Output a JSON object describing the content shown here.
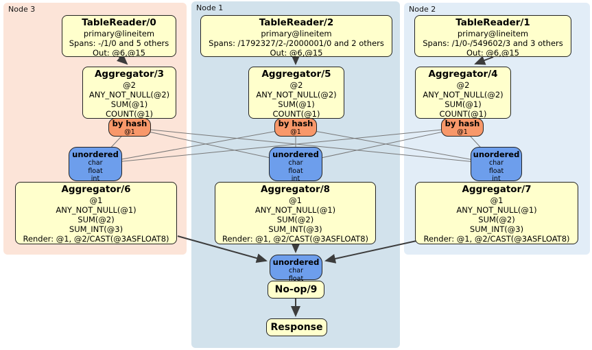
{
  "colors": {
    "node3_bg": "#fce4d8",
    "node1_bg": "#d2e2ec",
    "node2_bg": "#e2edf7",
    "box_fill": "#ffffcc",
    "router_fill": "#f8986a",
    "sync_fill": "#6d9eec",
    "border": "#222222",
    "edge_thin": "#777777",
    "edge_thick": "#3c3c3c"
  },
  "nodes": [
    {
      "label": "Node 3",
      "table_reader": {
        "title": "TableReader/0",
        "lines": [
          "primary@lineitem",
          "Spans: -/1/0 and 5 others",
          "Out: @6,@15"
        ]
      },
      "aggregator_top": {
        "title": "Aggregator/3",
        "lines": [
          "@2",
          "ANY_NOT_NULL(@2)",
          "SUM(@1)",
          "COUNT(@1)"
        ]
      },
      "router": {
        "title": "by hash",
        "detail": "@1"
      },
      "sync": {
        "title": "unordered",
        "lines": [
          "char",
          "float",
          "int"
        ]
      },
      "aggregator_bottom": {
        "title": "Aggregator/6",
        "lines": [
          "@1",
          "ANY_NOT_NULL(@1)",
          "SUM(@2)",
          "SUM_INT(@3)",
          "Render: @1, @2/CAST(@3ASFLOAT8)"
        ]
      }
    },
    {
      "label": "Node 1",
      "table_reader": {
        "title": "TableReader/2",
        "lines": [
          "primary@lineitem",
          "Spans: /1792327/2-/2000001/0 and 2 others",
          "Out: @6,@15"
        ]
      },
      "aggregator_top": {
        "title": "Aggregator/5",
        "lines": [
          "@2",
          "ANY_NOT_NULL(@2)",
          "SUM(@1)",
          "COUNT(@1)"
        ]
      },
      "router": {
        "title": "by hash",
        "detail": "@1"
      },
      "sync": {
        "title": "unordered",
        "lines": [
          "char",
          "float",
          "int"
        ]
      },
      "aggregator_bottom": {
        "title": "Aggregator/8",
        "lines": [
          "@1",
          "ANY_NOT_NULL(@1)",
          "SUM(@2)",
          "SUM_INT(@3)",
          "Render: @1, @2/CAST(@3ASFLOAT8)"
        ]
      }
    },
    {
      "label": "Node 2",
      "table_reader": {
        "title": "TableReader/1",
        "lines": [
          "primary@lineitem",
          "Spans: /1/0-/549602/3 and 3 others",
          "Out: @6,@15"
        ]
      },
      "aggregator_top": {
        "title": "Aggregator/4",
        "lines": [
          "@2",
          "ANY_NOT_NULL(@2)",
          "SUM(@1)",
          "COUNT(@1)"
        ]
      },
      "router": {
        "title": "by hash",
        "detail": "@1"
      },
      "sync": {
        "title": "unordered",
        "lines": [
          "char",
          "float",
          "int"
        ]
      },
      "aggregator_bottom": {
        "title": "Aggregator/7",
        "lines": [
          "@1",
          "ANY_NOT_NULL(@1)",
          "SUM(@2)",
          "SUM_INT(@3)",
          "Render: @1, @2/CAST(@3ASFLOAT8)"
        ]
      }
    }
  ],
  "final": {
    "sync": {
      "title": "unordered",
      "lines": [
        "char",
        "float"
      ]
    },
    "noop_label": "No-op/9",
    "response_label": "Response"
  }
}
